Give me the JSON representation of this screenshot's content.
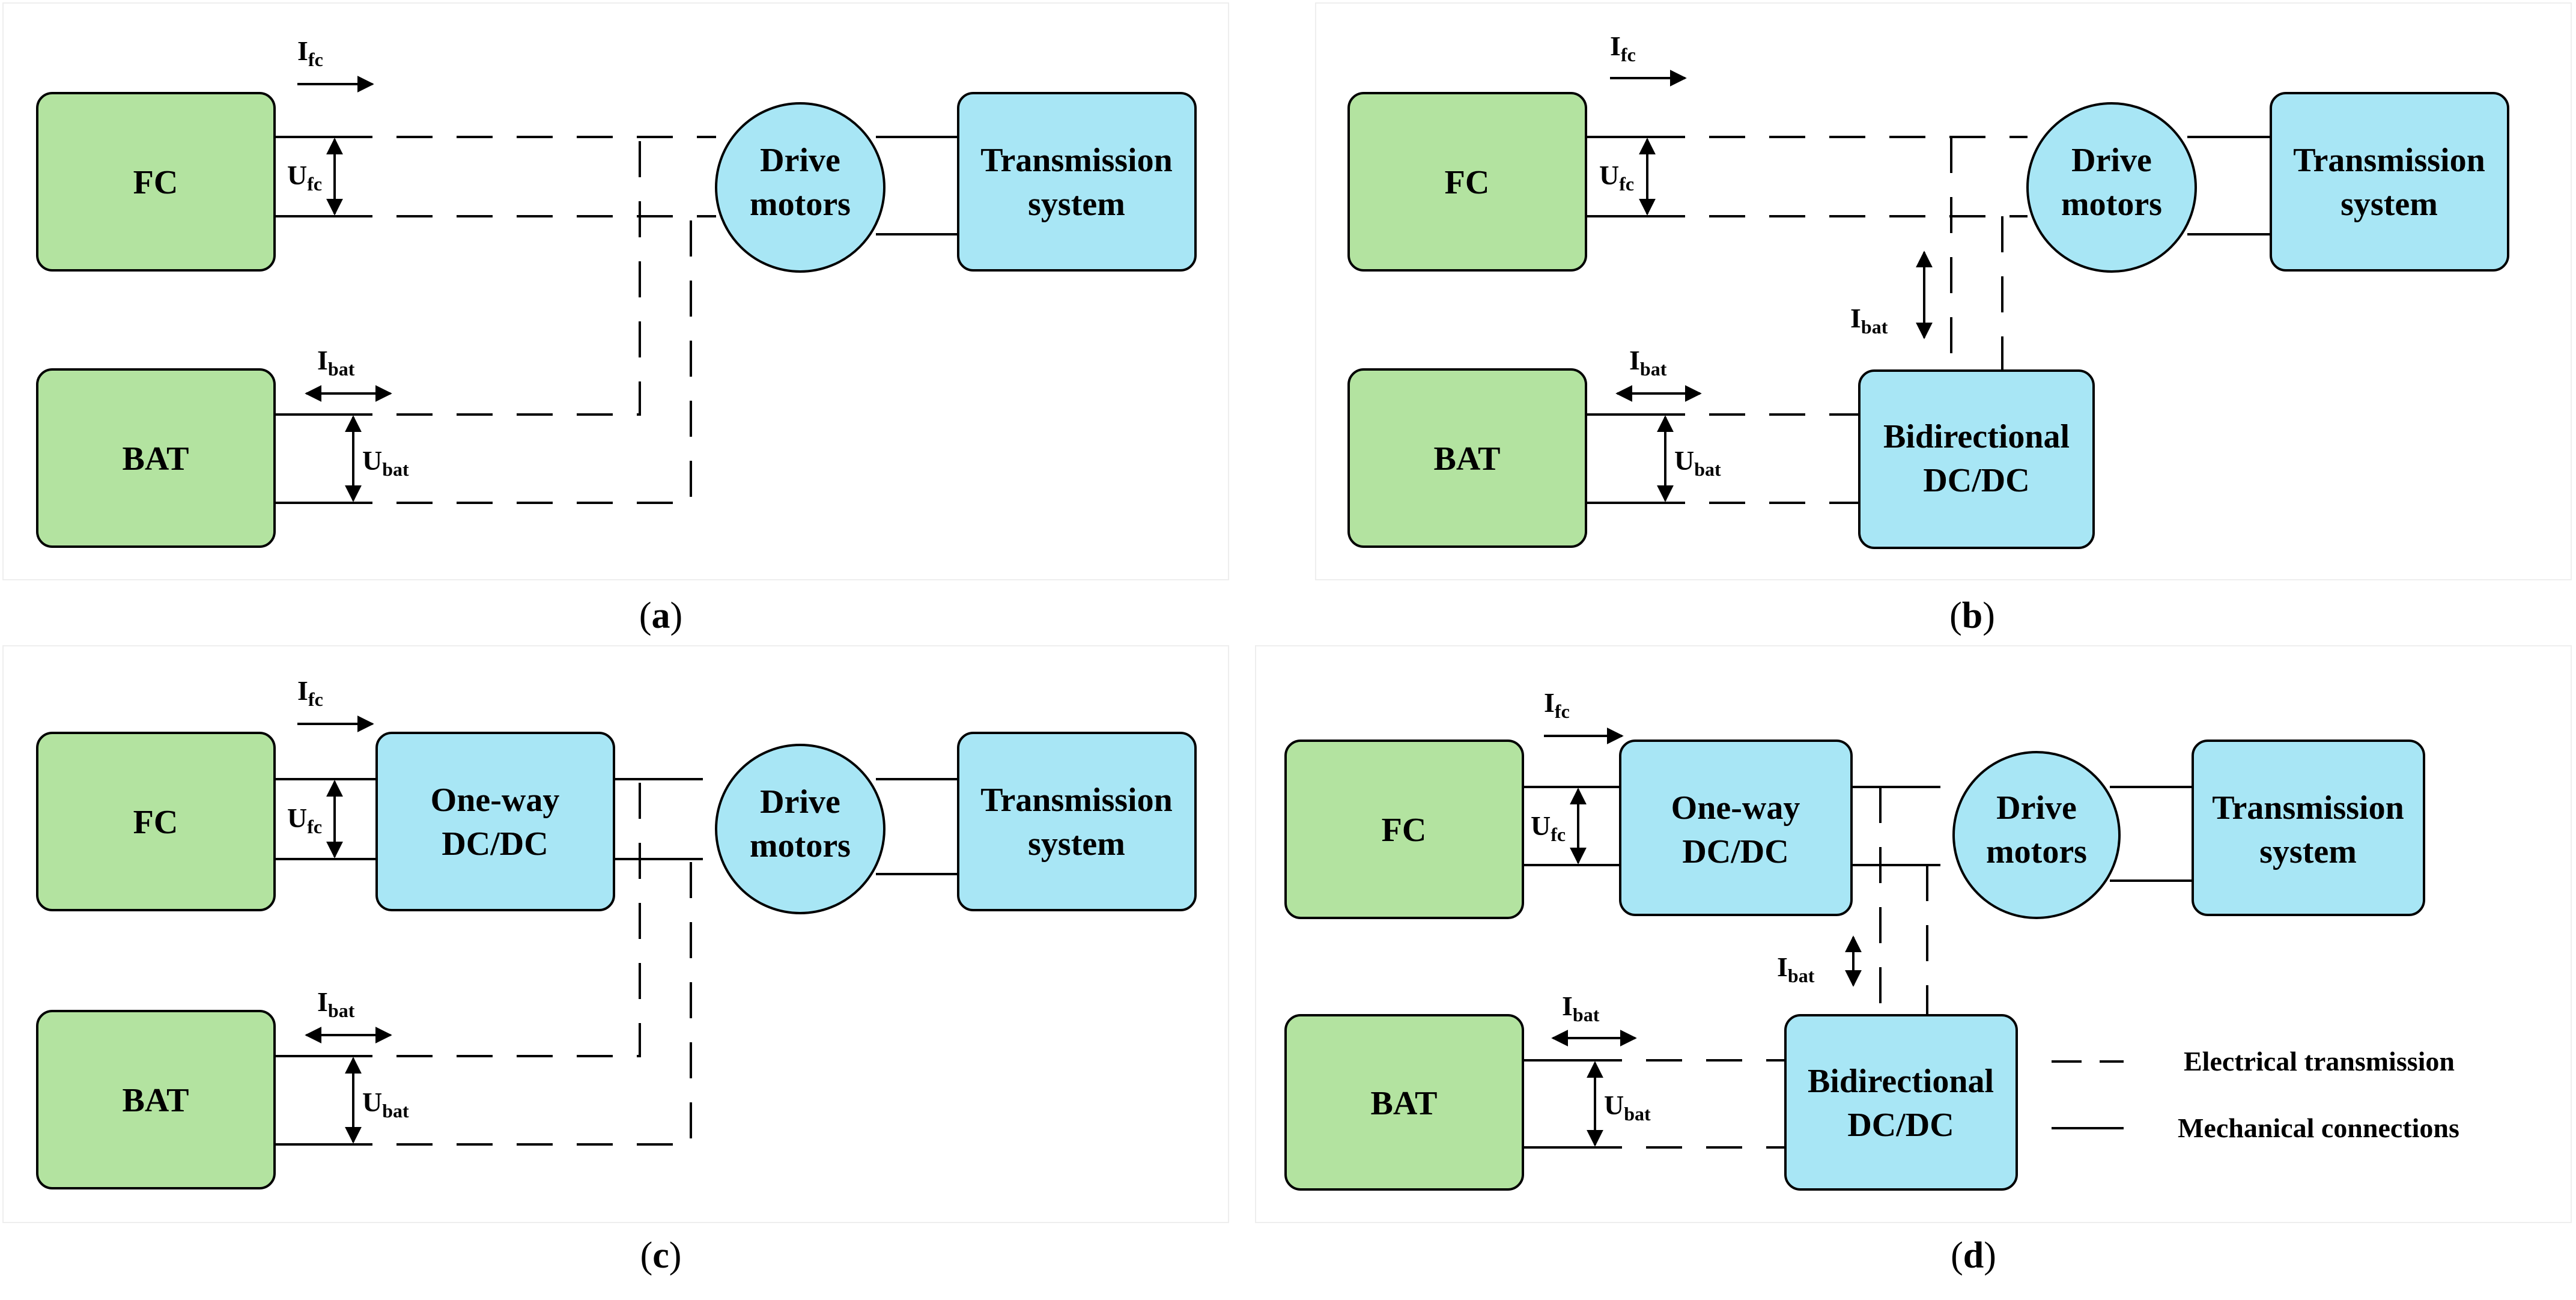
{
  "labels": {
    "fc": "FC",
    "bat": "BAT",
    "drive": [
      "Drive",
      "motors"
    ],
    "trans": [
      "Transmission",
      "system"
    ],
    "oneway": [
      "One-way",
      "DC/DC"
    ],
    "bidir": [
      "Bidirectional",
      "DC/DC"
    ],
    "i": "I",
    "u": "U",
    "fc_sub": "fc",
    "bat_sub": "bat"
  },
  "captions": {
    "a": [
      "(",
      "a",
      ")"
    ],
    "b": [
      "(",
      "b",
      ")"
    ],
    "c": [
      "(",
      "c",
      ")"
    ],
    "d": [
      "(",
      "d",
      ")"
    ]
  },
  "legend": {
    "electrical": "Electrical transmission",
    "mechanical": "Mechanical connections"
  },
  "colors": {
    "source_fill": "#b3e3a0",
    "component_fill": "#a8e6f5",
    "line": "#000000"
  }
}
